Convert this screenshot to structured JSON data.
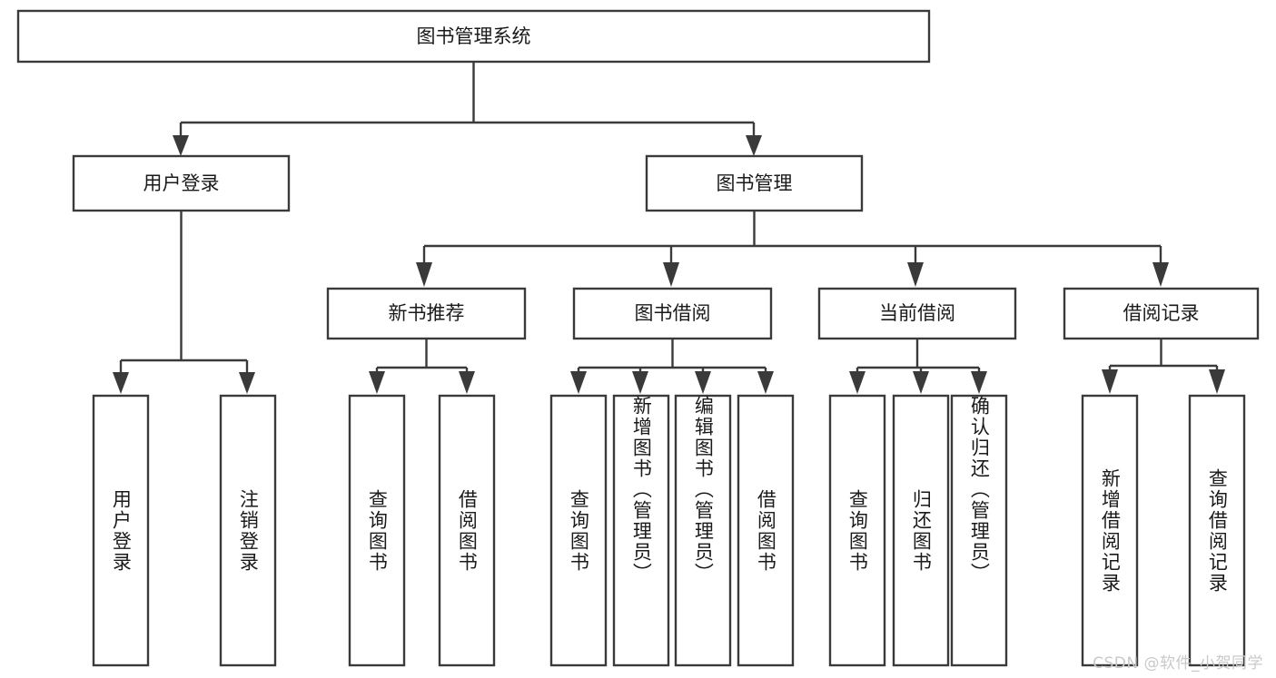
{
  "diagram": {
    "title": "图书管理系统",
    "type": "tree",
    "orientation": "top-down",
    "colors": {
      "box_stroke": "#3a3a3a",
      "box_fill": "#ffffff",
      "connector": "#3a3a3a",
      "text": "#1a1a1a",
      "background": "#ffffff",
      "watermark": "#c9c9c9"
    },
    "root": {
      "label": "图书管理系统"
    },
    "level2": [
      {
        "label": "用户登录"
      },
      {
        "label": "图书管理"
      }
    ],
    "level3": [
      {
        "label": "新书推荐"
      },
      {
        "label": "图书借阅"
      },
      {
        "label": "当前借阅"
      },
      {
        "label": "借阅记录"
      }
    ],
    "leaves": {
      "user_login": [
        {
          "label": "用户登录"
        },
        {
          "label": "注销登录"
        }
      ],
      "new_book_recommend": [
        {
          "label": "查询图书"
        },
        {
          "label": "借阅图书"
        }
      ],
      "book_borrow": [
        {
          "label": "查询图书"
        },
        {
          "label": "新增图书（管理员）"
        },
        {
          "label": "编辑图书（管理员）"
        },
        {
          "label": "借阅图书"
        }
      ],
      "current_borrow": [
        {
          "label": "查询图书"
        },
        {
          "label": "归还图书"
        },
        {
          "label": "确认归还（管理员）"
        }
      ],
      "borrow_record": [
        {
          "label": "新增借阅记录"
        },
        {
          "label": "查询借阅记录"
        }
      ]
    },
    "watermark": "CSDN @软件_小贺同学"
  },
  "chart_data": {
    "type": "table",
    "title": "图书管理系统 功能结构图",
    "nodes": [
      {
        "level": 1,
        "label": "图书管理系统",
        "parent": null
      },
      {
        "level": 2,
        "label": "用户登录",
        "parent": "图书管理系统"
      },
      {
        "level": 2,
        "label": "图书管理",
        "parent": "图书管理系统"
      },
      {
        "level": 3,
        "label": "用户登录",
        "parent": "用户登录"
      },
      {
        "level": 3,
        "label": "注销登录",
        "parent": "用户登录"
      },
      {
        "level": 3,
        "label": "新书推荐",
        "parent": "图书管理"
      },
      {
        "level": 3,
        "label": "图书借阅",
        "parent": "图书管理"
      },
      {
        "level": 3,
        "label": "当前借阅",
        "parent": "图书管理"
      },
      {
        "level": 3,
        "label": "借阅记录",
        "parent": "图书管理"
      },
      {
        "level": 4,
        "label": "查询图书",
        "parent": "新书推荐"
      },
      {
        "level": 4,
        "label": "借阅图书",
        "parent": "新书推荐"
      },
      {
        "level": 4,
        "label": "查询图书",
        "parent": "图书借阅"
      },
      {
        "level": 4,
        "label": "新增图书（管理员）",
        "parent": "图书借阅"
      },
      {
        "level": 4,
        "label": "编辑图书（管理员）",
        "parent": "图书借阅"
      },
      {
        "level": 4,
        "label": "借阅图书",
        "parent": "图书借阅"
      },
      {
        "level": 4,
        "label": "查询图书",
        "parent": "当前借阅"
      },
      {
        "level": 4,
        "label": "归还图书",
        "parent": "当前借阅"
      },
      {
        "level": 4,
        "label": "确认归还（管理员）",
        "parent": "当前借阅"
      },
      {
        "level": 4,
        "label": "新增借阅记录",
        "parent": "借阅记录"
      },
      {
        "level": 4,
        "label": "查询借阅记录",
        "parent": "借阅记录"
      }
    ]
  }
}
